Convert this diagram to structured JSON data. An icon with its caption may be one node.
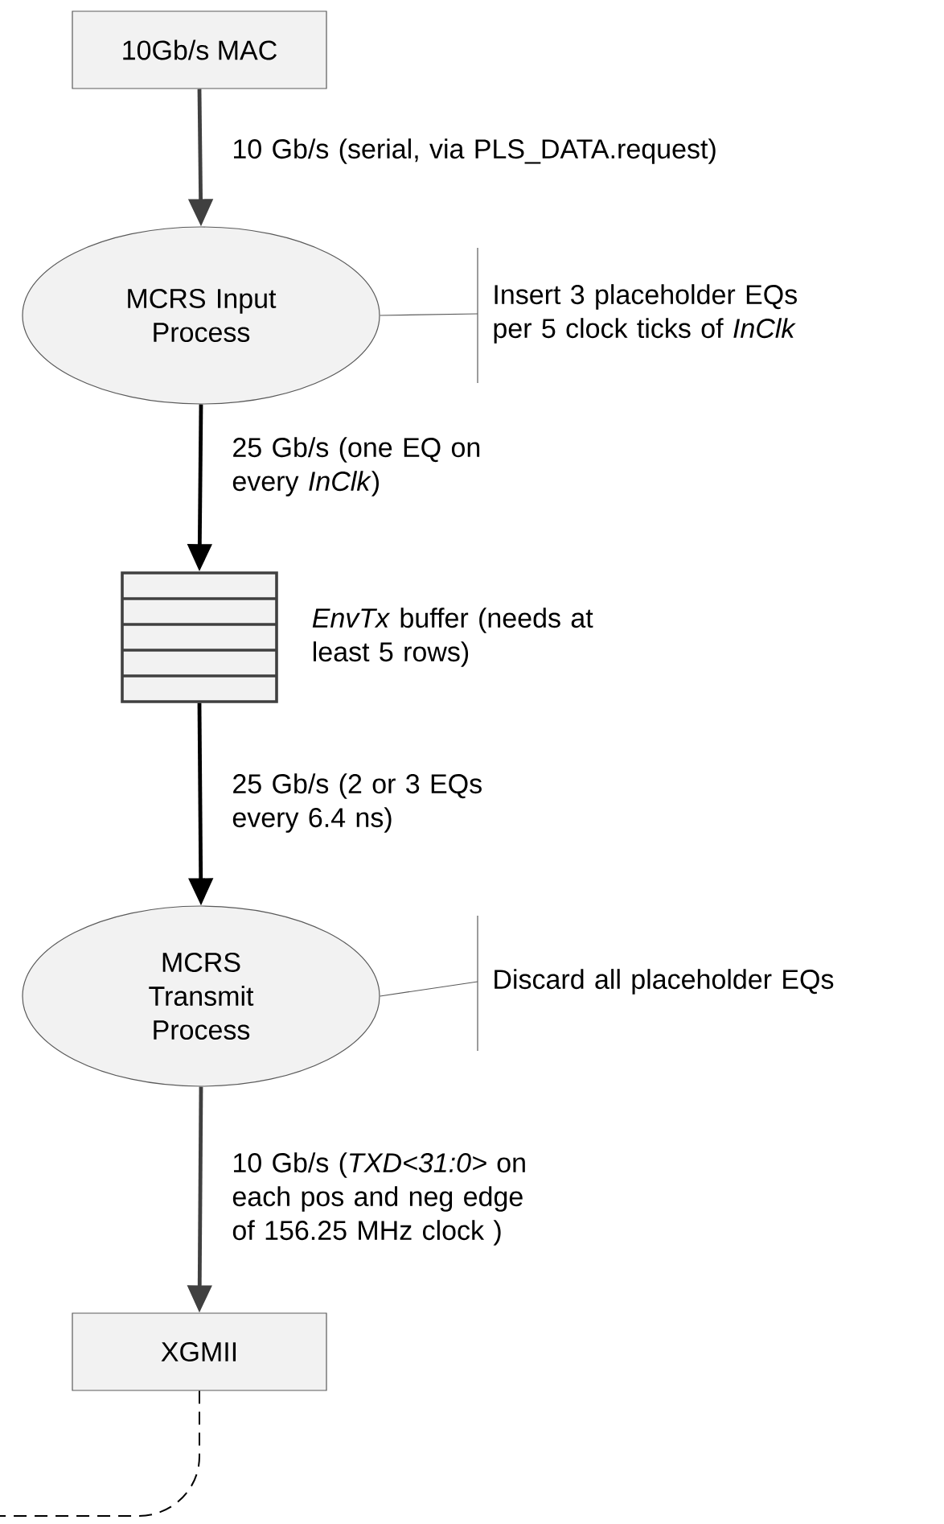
{
  "diagram": {
    "nodes": [
      {
        "text": [
          "10Gb/s MAC"
        ]
      },
      {
        "text": [
          "MCRS Input Process"
        ]
      },
      {
        "text": [
          "Insert 3 placeholder EQs per 5 clock ticks of *InClk*"
        ]
      },
      {
        "text": [],
        "shape": "box",
        "beside": [
          "*EnvTx* buffer (needs at least 5 rows)"
        ]
      },
      {
        "text": [
          "MCRS Transmit Process"
        ]
      },
      {
        "text": [
          "Discard all placeholder EQs"
        ]
      },
      {
        "text": [
          "XGMII"
        ]
      }
    ],
    "edges": [
      {
        "from": 0,
        "to": 1,
        "arrow": "to",
        "color": "#404040",
        "label": "10 Gb/s (serial, via PLS_DATA.request)"
      },
      {
        "from": 1,
        "to": 2,
        "arrow": "none",
        "color": "#595959"
      },
      {
        "from": 1,
        "to": 3,
        "arrow": "to",
        "label": "25 Gb/s (one EQ on every *InClk*)"
      },
      {
        "from": 3,
        "to": 4,
        "arrow": "to",
        "label": "25 Gb/s (2 or 3 EQs every 6.4 ns)"
      },
      {
        "from": 4,
        "to": 5,
        "arrow": "none",
        "color": "#595959"
      },
      {
        "from": 4,
        "to": 6,
        "arrow": "to",
        "color": "#404040",
        "label": "10 Gb/s (*TXD<31:0>* on each pos and neg edge of 156.25 MHz clock )"
      },
      {
        "from": 6,
        "to": null,
        "arrow": "none",
        "style": "dashed"
      }
    ]
  }
}
